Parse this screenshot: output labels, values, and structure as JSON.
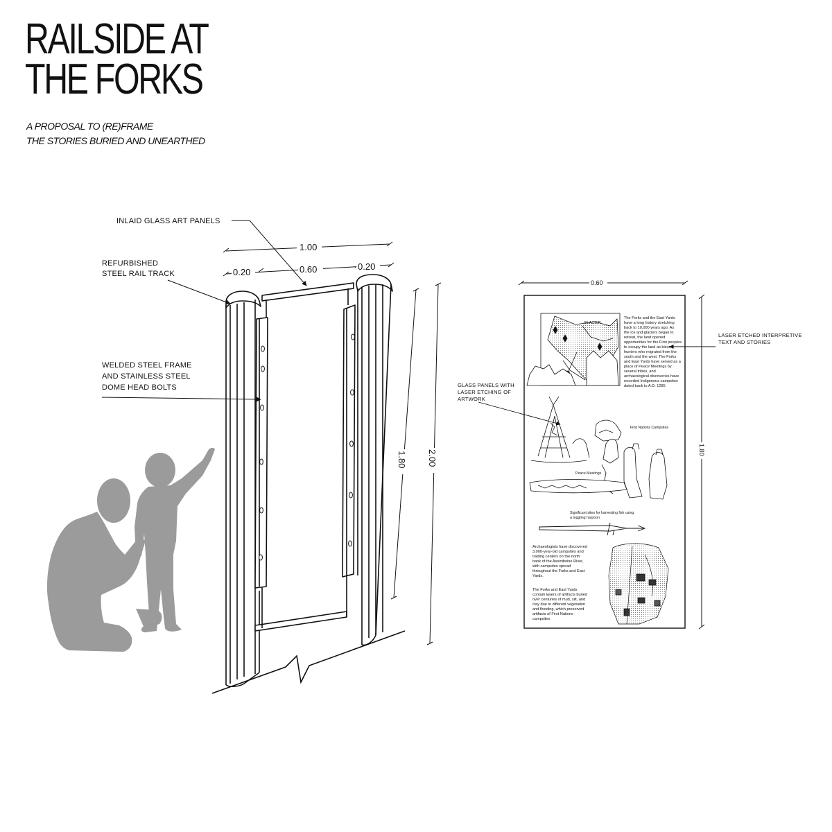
{
  "title": {
    "line1": "RAILSIDE AT",
    "line2": "THE FORKS"
  },
  "subtitle": {
    "line1": "A PROPOSAL TO (RE)FRAME",
    "line2": "THE STORIES BURIED AND UNEARTHED"
  },
  "callouts": {
    "glass_panels_top": "INLAID GLASS ART PANELS",
    "rail_track": [
      "REFURBISHED",
      "STEEL RAIL TRACK"
    ],
    "frame": [
      "WELDED STEEL FRAME",
      "AND STAINLESS STEEL",
      "DOME HEAD BOLTS"
    ],
    "glass_etching": [
      "GLASS PANELS WITH",
      "LASER ETCHING OF",
      "ARTWORK"
    ],
    "laser_text": [
      "LASER ETCHED INTERPRETIVE",
      "TEXT AND STORIES"
    ]
  },
  "dimensions": {
    "total_width": "1.00",
    "rail_left": "0.20",
    "glass_width": "0.60",
    "rail_right": "0.20",
    "glass_height": "1.80",
    "total_height": "2.00",
    "panel_width": "0.60",
    "panel_height": "1.80"
  },
  "panel": {
    "intro_text": [
      "The Forks and the East Yards",
      "have a long history stretching",
      "back to 10,000 years ago. As",
      "the ice and glaciers began to",
      "retreat, the land opened",
      "opportunities for the First peoples",
      "to occupy the land as bison",
      "hunters who migrated from the",
      "south and the west. The Forks",
      "and East Yards have served as a",
      "place of Peace Meetings by",
      "several tribes, and",
      "archaeological discoveries have",
      "recorded Indigenous campsites",
      "dated back to A.D. 1285"
    ],
    "map_labels": {
      "glacier": "GLACIER"
    },
    "caption_campsites": "First Nations Campsites",
    "caption_peace": "Peace Meetings",
    "caption_fish": [
      "Significant sites for harvesting fish using",
      "a toggling harpoon"
    ],
    "bottom_text_1": [
      "Archaeologists have discovered",
      "3,000-year-old campsites and",
      "trading centers on the north",
      "bank of the Assiniboine River,",
      "with campsites spread",
      "throughout the Forks and East",
      "Yards."
    ],
    "bottom_text_2": [
      "The Forks and East Yards",
      "contain layers of artifacts buried",
      "over centuries of mud, silt, and",
      "clay due to different vegetation",
      "and flooding, which preserved",
      "artifacts of First Nations",
      "campsites"
    ]
  },
  "colors": {
    "ink": "#111111",
    "silhouette": "#9b9b9b"
  }
}
